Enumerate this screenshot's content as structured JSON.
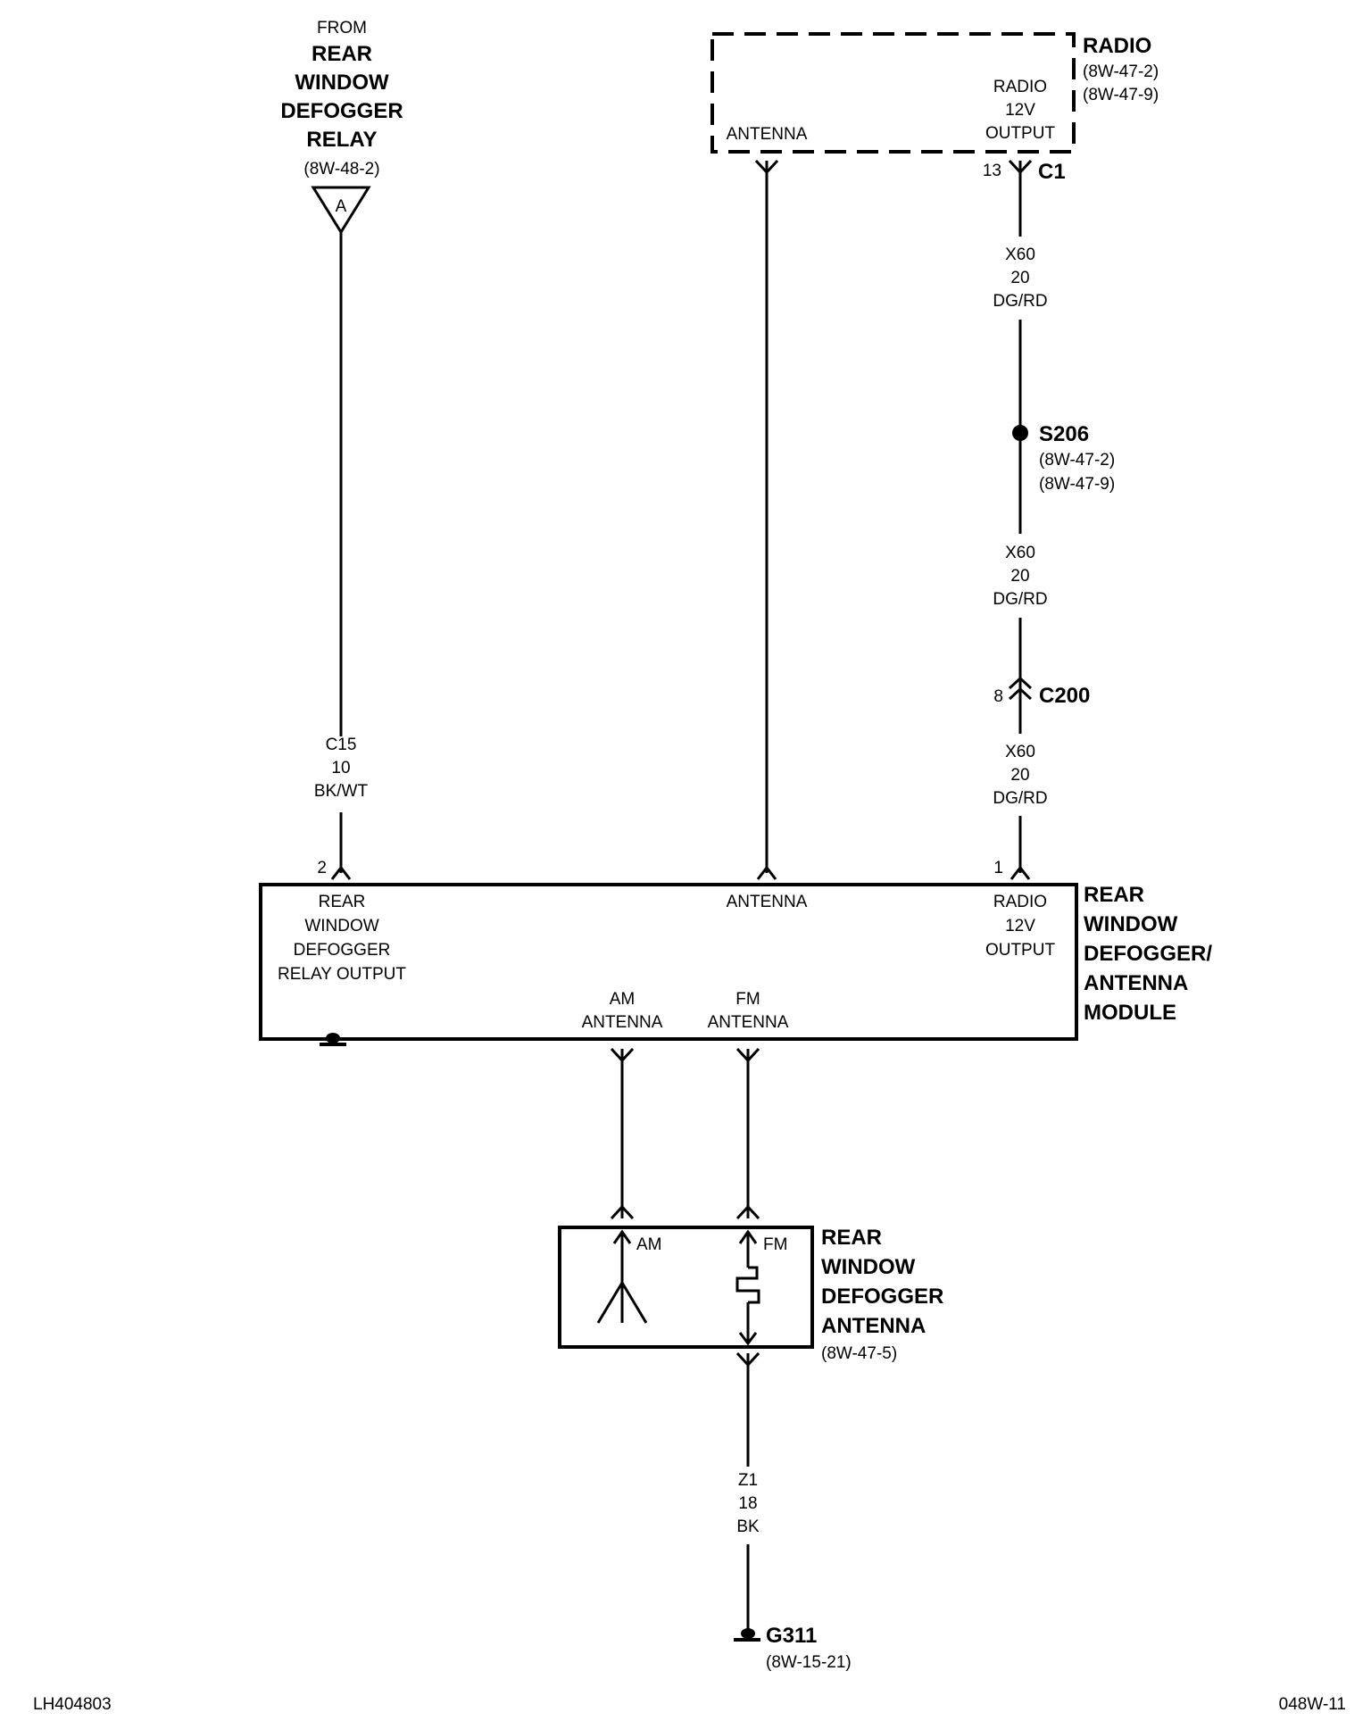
{
  "relay_source": {
    "from": "FROM",
    "name": [
      "REAR",
      "WINDOW",
      "DEFOGGER",
      "RELAY"
    ],
    "ref": "(8W-48-2)",
    "connector_letter": "A"
  },
  "radio": {
    "name": "RADIO",
    "refs": [
      "(8W-47-2)",
      "(8W-47-9)"
    ],
    "antenna_label": "ANTENNA",
    "output_label": [
      "RADIO",
      "12V",
      "OUTPUT"
    ],
    "connector": "C1",
    "pin": "13"
  },
  "wires": {
    "x60_a": [
      "X60",
      "20",
      "DG/RD"
    ],
    "x60_b": [
      "X60",
      "20",
      "DG/RD"
    ],
    "x60_c": [
      "X60",
      "20",
      "DG/RD"
    ],
    "c15": [
      "C15",
      "10",
      "BK/WT"
    ],
    "z1": [
      "Z1",
      "18",
      "BK"
    ]
  },
  "splice": {
    "name": "S206",
    "refs": [
      "(8W-47-2)",
      "(8W-47-9)"
    ]
  },
  "inline_connector": {
    "name": "C200",
    "pin": "8"
  },
  "module": {
    "name": [
      "REAR",
      "WINDOW",
      "DEFOGGER/",
      "ANTENNA",
      "MODULE"
    ],
    "pin_left": "2",
    "pin_right": "1",
    "relay_output_label": [
      "REAR",
      "WINDOW",
      "DEFOGGER",
      "RELAY OUTPUT"
    ],
    "antenna_label": "ANTENNA",
    "radio_output_label": [
      "RADIO",
      "12V",
      "OUTPUT"
    ],
    "am_label": [
      "AM",
      "ANTENNA"
    ],
    "fm_label": [
      "FM",
      "ANTENNA"
    ]
  },
  "antenna_component": {
    "name": [
      "REAR",
      "WINDOW",
      "DEFOGGER",
      "ANTENNA"
    ],
    "ref": "(8W-47-5)",
    "am": "AM",
    "fm": "FM"
  },
  "ground": {
    "name": "G311",
    "ref": "(8W-15-21)"
  },
  "footer": {
    "left_code": "LH404803",
    "right_code": "048W-11"
  }
}
